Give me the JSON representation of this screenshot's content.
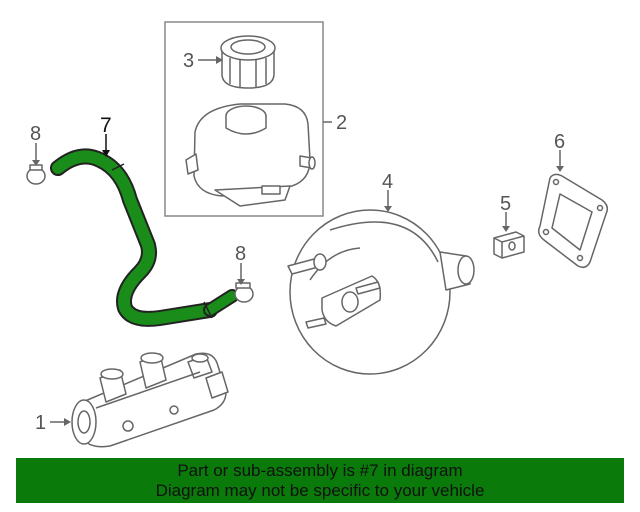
{
  "callouts": {
    "n1": "1",
    "n2": "2",
    "n3": "3",
    "n4": "4",
    "n5": "5",
    "n6": "6",
    "n7": "7",
    "n8a": "8",
    "n8b": "8"
  },
  "banner": {
    "line1": "Part or sub-assembly is #7 in diagram",
    "line2": "Diagram may not be specific to your vehicle"
  },
  "colors": {
    "highlight": "#1a8c1a",
    "banner_bg": "#0a7a0a"
  }
}
